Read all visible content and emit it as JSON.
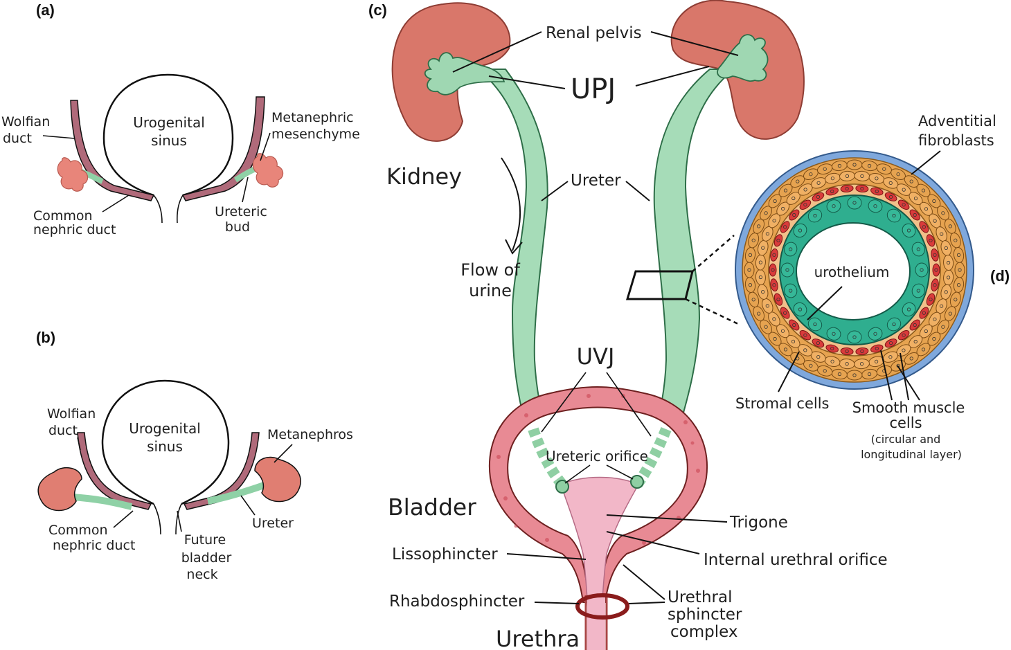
{
  "panels": {
    "a": "(a)",
    "b": "(b)",
    "c": "(c)",
    "d": "(d)"
  },
  "panel_a": {
    "wolfian_duct": [
      "Wolfian",
      "duct"
    ],
    "urogenital_sinus": [
      "Urogenital",
      "sinus"
    ],
    "metanephric_mesenchyme": [
      "Metanephric",
      "mesenchyme"
    ],
    "common_nephric_duct": [
      "Common",
      "nephric duct"
    ],
    "ureteric_bud": [
      "Ureteric",
      "bud"
    ]
  },
  "panel_b": {
    "wolfian_duct": [
      "Wolfian",
      "duct"
    ],
    "urogenital_sinus": [
      "Urogenital",
      "sinus"
    ],
    "metanephros": "Metanephros",
    "common_nephric_duct": [
      "Common",
      "nephric duct"
    ],
    "future_bladder_neck": [
      "Future",
      "bladder",
      "neck"
    ],
    "ureter": "Ureter"
  },
  "panel_c": {
    "renal_pelvis": "Renal pelvis",
    "upj": "UPJ",
    "kidney": "Kidney",
    "ureter": "Ureter",
    "flow_of_urine": [
      "Flow of",
      "urine"
    ],
    "uvj": "UVJ",
    "ureteric_orifice": "Ureteric orifice",
    "bladder": "Bladder",
    "trigone": "Trigone",
    "internal_urethral_orifice": "Internal urethral orifice",
    "lissophincter": "Lissophincter",
    "rhabdosphincter": "Rhabdosphincter",
    "urethral_sphincter_complex": [
      "Urethral",
      "sphincter",
      "complex"
    ],
    "urethra": "Urethra"
  },
  "panel_d": {
    "adventitial_fibroblasts": [
      "Adventitial",
      "fibroblasts"
    ],
    "urothelium": "urothelium",
    "stromal_cells": "Stromal cells",
    "smooth_muscle_cells": [
      "Smooth muscle",
      "cells"
    ],
    "smooth_muscle_note": [
      "(circular and",
      "longitudinal layer)"
    ]
  },
  "colors": {
    "kidney": "#d9776a",
    "ureter": "#a6dcb8",
    "bladder_wall": "#e88a94",
    "urothelium": "#2fae8f",
    "muscle_red": "#d93b3b",
    "stroma_orange": "#e6a350",
    "adventitia_blue": "#7fa8dc",
    "trigone_pink": "#f2b7c8"
  }
}
